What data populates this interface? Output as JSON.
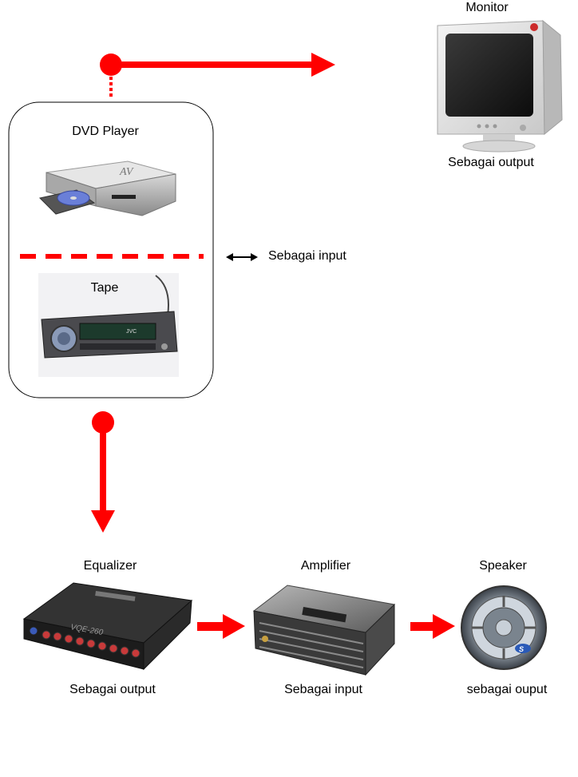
{
  "labels": {
    "monitor": "Monitor",
    "monitor_role": "Sebagai output",
    "dvd_player": "DVD Player",
    "tape": "Tape",
    "source_role": "Sebagai input",
    "equalizer": "Equalizer",
    "equalizer_role": "Sebagai output",
    "amplifier": "Amplifier",
    "amplifier_role": "Sebagai input",
    "speaker": "Speaker",
    "speaker_role": "sebagai ouput",
    "dvd_logo": "AV",
    "tape_brand": "JVC",
    "equalizer_model": "VQE-260",
    "speaker_logo": "S"
  },
  "colors": {
    "arrow": "#ff0000",
    "box_border": "#000000",
    "double_arrow": "#000000"
  }
}
